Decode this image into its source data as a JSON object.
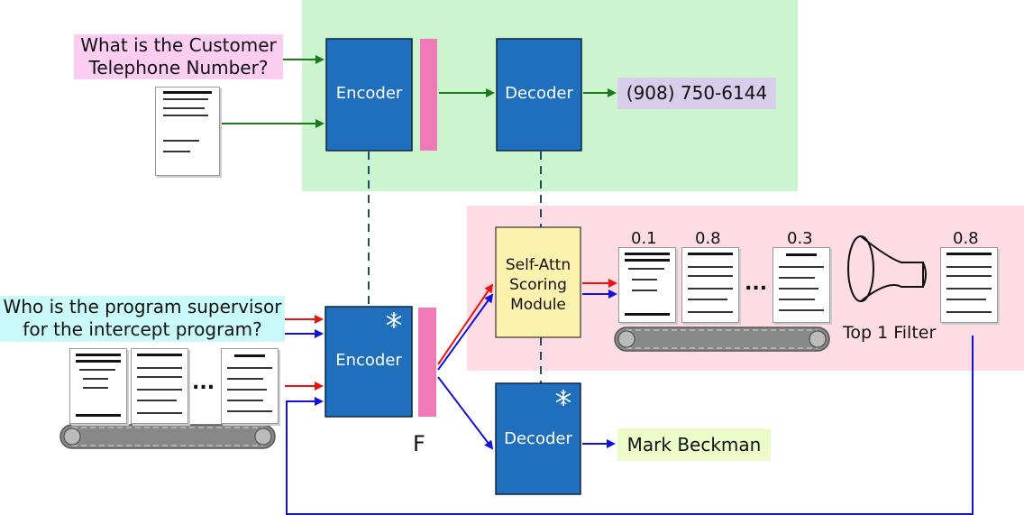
{
  "top": {
    "question": "What is the Customer Telephone Number?",
    "encoder_label": "Encoder",
    "decoder_label": "Decoder",
    "answer": "(908) 750-6144"
  },
  "bottom": {
    "question": "Who is the program supervisor for the intercept program?",
    "encoder_label": "Encoder",
    "decoder_label": "Decoder",
    "f_label": "F",
    "ellipsis": "...",
    "answer": "Mark Beckman"
  },
  "scoring": {
    "module_label": "Self-Attn Scoring Module",
    "scores": [
      "0.1",
      "0.8",
      "0.3"
    ],
    "ellipsis": "...",
    "filter_label": "Top 1 Filter",
    "selected_score": "0.8"
  },
  "colors": {
    "green_region": "#ccf5cf",
    "pink_region": "#fddde3",
    "block_blue": "#1f6fbd",
    "feature_pink": "#f07ab7",
    "scoring_yellow": "#fdf2ad",
    "question_top_bg": "#fbcdf1",
    "question_bottom_bg": "#c9f9f8",
    "answer_top_bg": "#d8cdeb",
    "answer_bottom_bg": "#ecfcc9",
    "arrow_green": "#1a7a1a",
    "arrow_red": "#ee1111",
    "arrow_blue": "#1111dd"
  },
  "icons": [
    "snowflake-icon",
    "funnel-icon",
    "conveyor-belt-icon",
    "document-icon"
  ]
}
